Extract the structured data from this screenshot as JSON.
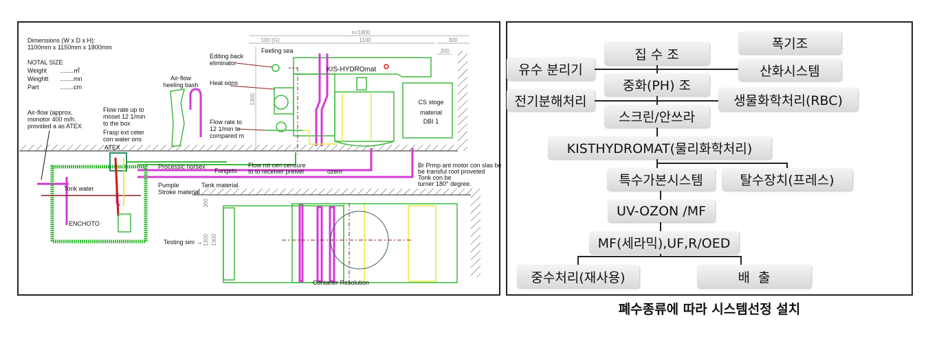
{
  "drawing": {
    "dimensions_title": "Dimensions (W x D x H):",
    "dimensions_value": "1100mm x 1150mm x 1800mm",
    "size_title": "NOTAL SIZE",
    "size_rows": [
      {
        "label": "Weight",
        "value": "........㎡"
      },
      {
        "label": "Weightt",
        "value": "........mn"
      },
      {
        "label": "Part",
        "value": "........cm"
      }
    ],
    "airflow_note": [
      "Air-flow (approx.",
      "monotor 400 m/h.",
      "provided a as ATEX"
    ],
    "flow_rate_box": [
      "Flow rate up to",
      "moset 12 1/min",
      "to the box"
    ],
    "frasp_note": [
      "Frasp ext ceter",
      "con water ons"
    ],
    "atex": "ATEX",
    "airflow_bash": [
      "Air-flow",
      "heeling bash"
    ],
    "editing_back": [
      "Editing back",
      "eliminator"
    ],
    "heat_oons": "Heat oons",
    "flow_rate_compared": [
      "Flow rate to",
      "12 1/min to",
      "compared  m"
    ],
    "feeling_sea": "Feeling sea",
    "unit_name": "KIS-HYDROmat",
    "cs_stoge": [
      "CS stoge",
      "material",
      "DBI 1"
    ],
    "dims": {
      "total": "n=1800",
      "left": "100 (G)",
      "middle": "1100",
      "right": "300",
      "inner": "200",
      "height": "1300",
      "lower_top": "300",
      "lower_h1": "1300",
      "lower_h2": "1300"
    },
    "processic": "Processic norsex",
    "fungets": "Fungets",
    "flow_rot": [
      "Flow rot cen censure",
      "to to receiver preivel"
    ],
    "ozem": "ozem",
    "br_prmp": [
      "Br Prmp ant motor con slas be",
      "be transful root proveted",
      "Tonk con be",
      "turner 180° degree."
    ],
    "tonk_water": "Tonk water",
    "pumple": [
      "Pumple",
      "Stroke material"
    ],
    "enchoto": "ENCHOTO",
    "tank_material": "Tank material.",
    "testing_sim": "Testing sim →",
    "contaner": "Contaner Resolution",
    "colors": {
      "green": "#3cb93c",
      "magenta": "#d33ad3",
      "yellow": "#e8e83a",
      "red": "#d01818",
      "darkred": "#8b1a1a"
    }
  },
  "flow": {
    "nodes": {
      "collect": "집 수 조",
      "aeration": "폭기조",
      "oil_sep": "유수 분리기",
      "oxidation": "산화시스템",
      "neutral": "중화(PH) 조",
      "electro": "전기분해처리",
      "bio": "생물화학처리(RBC)",
      "screen": "스크린/안쓰라",
      "kist": "KISTHYDROMAT(물리화학처리)",
      "carbon": "특수가본시스템",
      "dewater": "탈수장치(프레스)",
      "uv": "UV-OZON /MF",
      "mf": "MF(세라믹),UF,R/OED",
      "reuse": "중수처리(재사용)",
      "discharge": "배  출"
    },
    "caption": "폐수종류에 따라 시스템선정 설치"
  }
}
